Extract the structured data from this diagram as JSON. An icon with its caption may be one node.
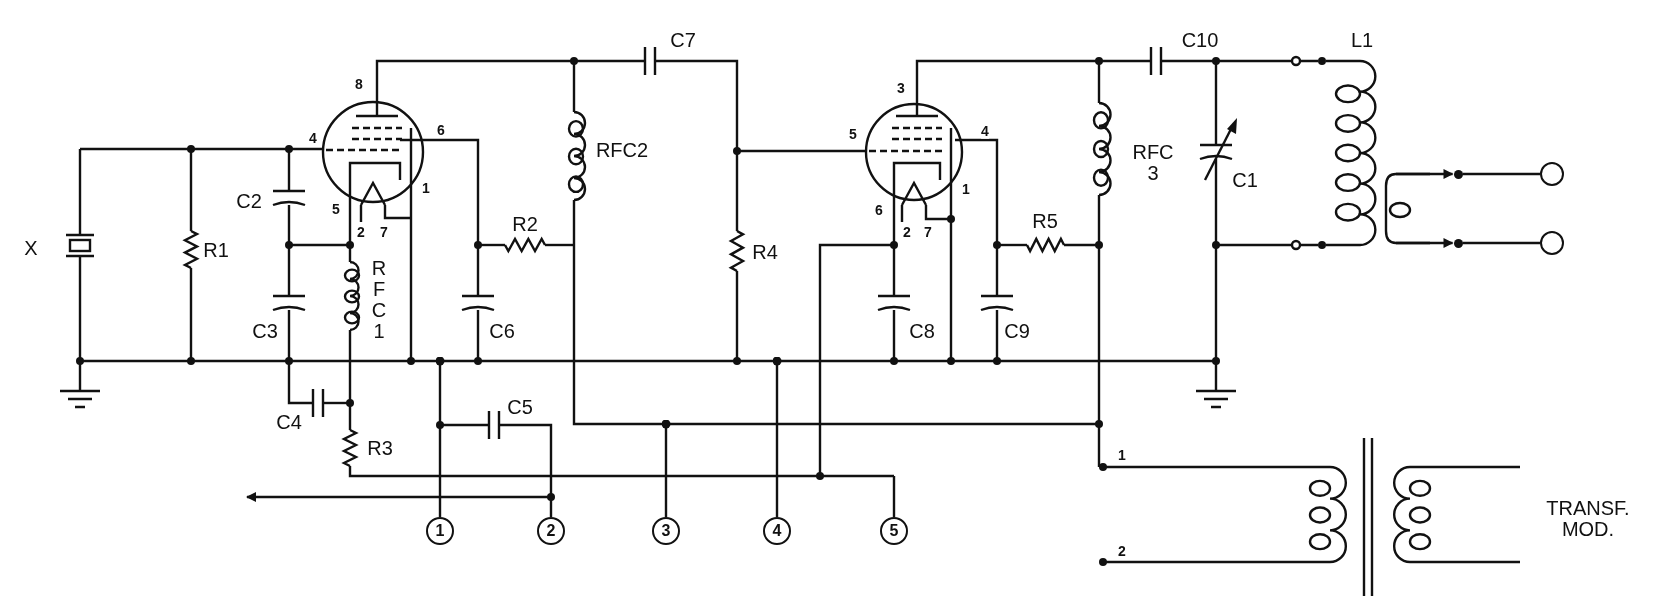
{
  "diagram": {
    "nodes": [
      {
        "text": [
          "1"
        ]
      },
      {
        "text": [
          "2"
        ]
      },
      {
        "text": [
          "3"
        ]
      },
      {
        "text": [
          "4"
        ]
      },
      {
        "text": [
          "5"
        ]
      },
      {
        "text": [],
        "shape": "circle"
      },
      {
        "text": [],
        "shape": "circle"
      },
      {
        "text": [],
        "shape": "dot"
      },
      {
        "text": [],
        "shape": "dot"
      }
    ],
    "edges": [
      {
        "from": 1,
        "to": null,
        "arrow": "to"
      },
      {
        "from": null,
        "to": 7,
        "arrow": "to"
      },
      {
        "from": null,
        "to": 8,
        "arrow": "to"
      },
      {
        "from": 7,
        "to": 5,
        "arrow": "none"
      },
      {
        "from": 8,
        "to": 6,
        "arrow": "none"
      },
      {
        "from": null,
        "to": 0,
        "arrow": "other"
      },
      {
        "from": null,
        "to": 2,
        "arrow": "other"
      },
      {
        "from": null,
        "to": 3,
        "arrow": "other"
      },
      {
        "from": null,
        "to": 4,
        "arrow": "none"
      }
    ],
    "labels": [
      "C7",
      "C10",
      "L1",
      "8",
      "3",
      "4",
      "6",
      "5",
      "4",
      "RFC2",
      "RFC 3",
      "C1",
      "1",
      "1",
      "C2",
      "5",
      "2",
      "7",
      "6",
      "2",
      "7",
      "X",
      "R1",
      "R2",
      "R5",
      "R4",
      "RFC1",
      "C3",
      "C6",
      "C8",
      "C9",
      "C4",
      "C5",
      "R3",
      "1",
      "TRANSF. MOD.",
      "2"
    ]
  }
}
